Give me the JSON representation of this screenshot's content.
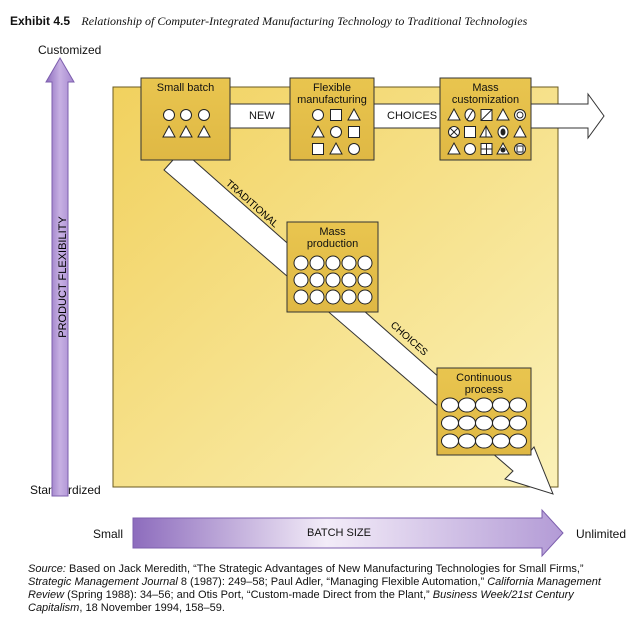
{
  "header": {
    "exhibit": "Exhibit 4.5",
    "title": "Relationship of Computer-Integrated Manufacturing Technology to Traditional Technologies"
  },
  "y_axis": {
    "top_label": "Customized",
    "bottom_label": "Standardized",
    "arrow_label": "PRODUCT FLEXIBILITY"
  },
  "x_axis": {
    "left_label": "Small",
    "right_label": "Unlimited",
    "arrow_label": "BATCH SIZE"
  },
  "arrows": {
    "new_label": "NEW",
    "new_choices_label": "CHOICES",
    "traditional_label": "TRADITIONAL",
    "traditional_choices_label": "CHOICES"
  },
  "boxes": {
    "small_batch": "Small batch",
    "flexible_1": "Flexible",
    "flexible_2": "manufacturing",
    "mass_custom_1": "Mass",
    "mass_custom_2": "customization",
    "mass_prod_1": "Mass",
    "mass_prod_2": "production",
    "continuous_1": "Continuous",
    "continuous_2": "process"
  },
  "source": {
    "lead": "Source:",
    "t1": " Based on Jack Meredith, “The Strategic Advantages of New Manufacturing Technologies for Small Firms,” ",
    "i1": "Strategic Management Journal",
    "t2": " 8 (1987): 249–58; Paul Adler, “Managing Flexible Automation,” ",
    "i2": "California Management Review",
    "t3": " (Spring 1988): 34–56; and Otis Port, “Custom-made Direct from the Plant,” ",
    "i3": "Business Week/21st Century Capitalism",
    "t4": ", 18 November 1994, 158–59."
  },
  "colors": {
    "panel": "#f5e07a",
    "box": "#e8c85a",
    "axis_arrow": "#b79ad6",
    "white_arrow": "#ffffff"
  },
  "icons": [
    "circle",
    "triangle",
    "square",
    "crossed-circle",
    "ellipse",
    "diamond",
    "quartered-square"
  ]
}
